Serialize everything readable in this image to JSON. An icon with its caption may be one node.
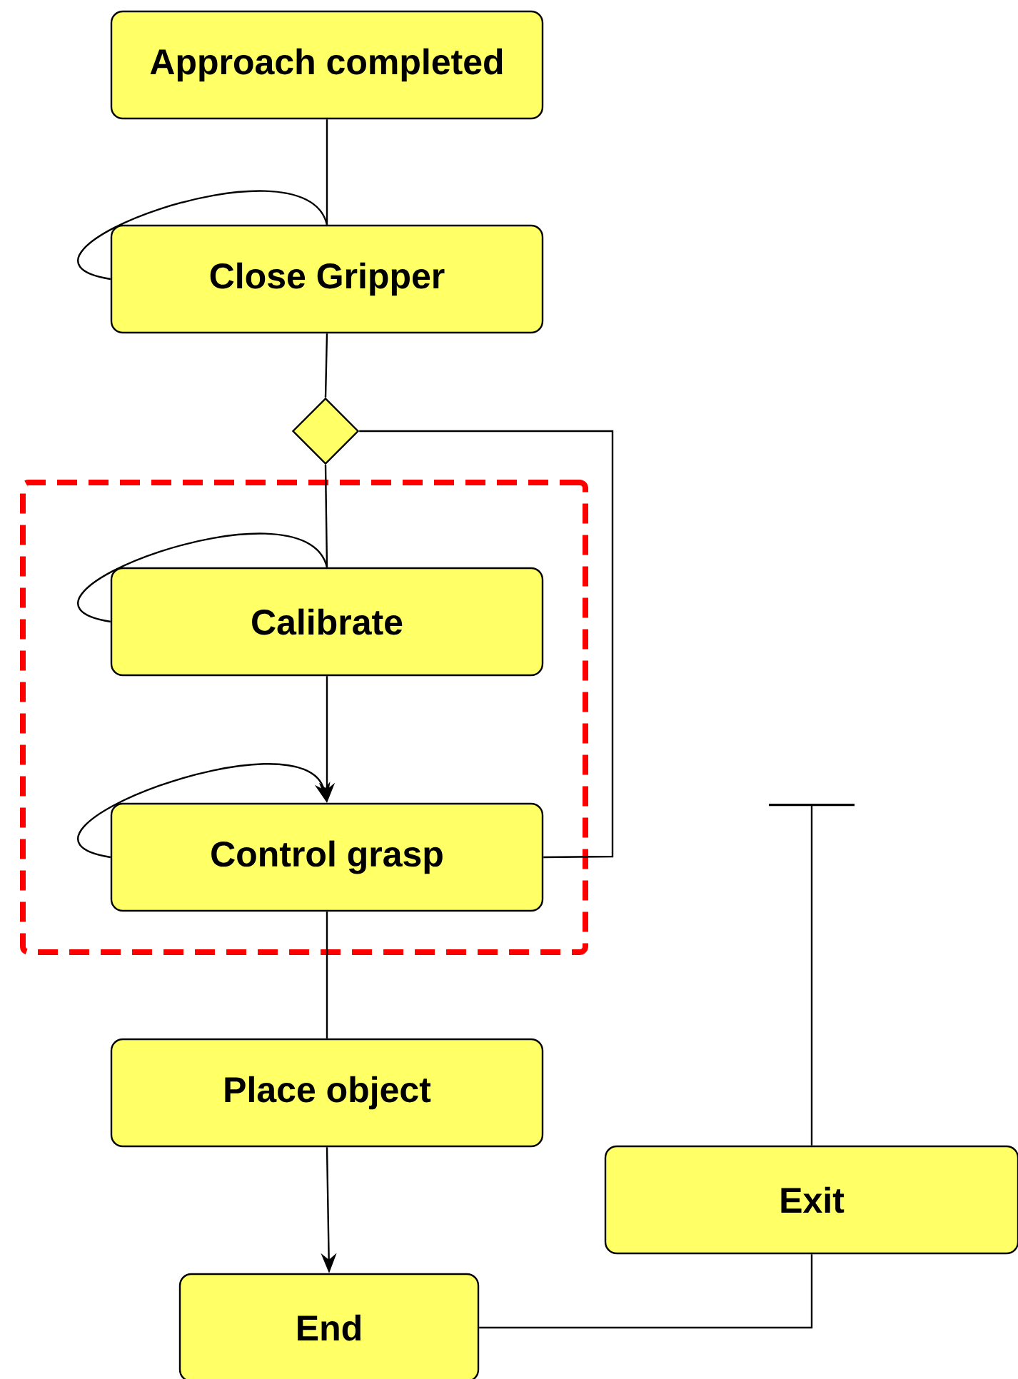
{
  "diagram": {
    "nodes": [
      {
        "text": [
          "Approach completed"
        ]
      },
      {
        "text": [
          "Close Gripper"
        ]
      },
      {
        "text": [],
        "shape": "diamond"
      },
      {
        "text": [],
        "shape": "box"
      },
      {
        "text": [
          "Calibrate"
        ],
        "in": 3
      },
      {
        "text": [
          "Control grasp"
        ],
        "in": 3
      },
      {
        "text": [
          "Place object"
        ]
      },
      {
        "text": [
          "Exit"
        ]
      },
      {
        "text": [
          "End"
        ]
      }
    ],
    "edges": [
      {
        "from": 0,
        "to": 1,
        "arrow": "none"
      },
      {
        "from": 1,
        "to": 1,
        "arrow": "none"
      },
      {
        "from": 1,
        "to": 2,
        "arrow": "none"
      },
      {
        "from": 2,
        "to": 4,
        "arrow": "none"
      },
      {
        "from": 2,
        "to": 5,
        "arrow": "none"
      },
      {
        "from": 4,
        "to": 4,
        "arrow": "none"
      },
      {
        "from": 4,
        "to": 5,
        "arrow": "to"
      },
      {
        "from": 5,
        "to": 5,
        "arrow": "to"
      },
      {
        "from": 5,
        "to": 6,
        "arrow": "none"
      },
      {
        "from": 6,
        "to": 8,
        "arrow": "to"
      },
      {
        "from": 8,
        "to": 7,
        "arrow": "none"
      },
      {
        "from": 7,
        "to": null,
        "arrow": "other"
      }
    ]
  }
}
